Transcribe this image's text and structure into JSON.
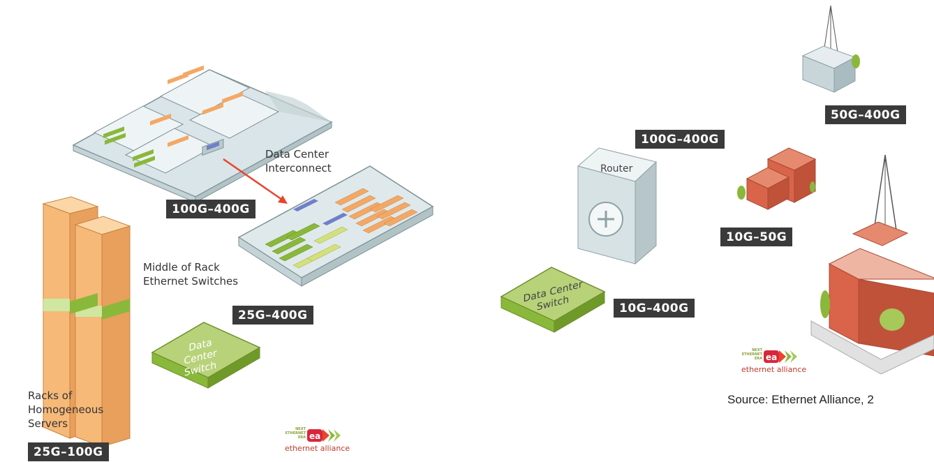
{
  "left": {
    "badges": {
      "dci": "100G–400G",
      "mor": "25G–400G",
      "servers": "25G–100G"
    },
    "labels": {
      "dci": "Data Center\nInterconnect",
      "mor": "Middle of Rack\nEthernet Switches",
      "servers": "Racks of\nHomogeneous\nServers",
      "switch_line1": "Data Center",
      "switch_line2": "Switch"
    },
    "logo": {
      "tagline": "NEXT\nETHERNET\nERA",
      "mark": "ea",
      "name": "ethernet alliance"
    }
  },
  "right": {
    "badges": {
      "router": "100G–400G",
      "tower_small": "50G–400G",
      "campus": "10G–50G",
      "switch": "10G–400G"
    },
    "labels": {
      "router": "Router",
      "switch_line1": "Data Center",
      "switch_line2": "Switch"
    },
    "logo": {
      "tagline": "NEXT\nETHERNET\nERA",
      "mark": "ea",
      "name": "ethernet alliance"
    },
    "source": "Source: Ethernet Alliance, 2"
  },
  "colors": {
    "badge": "#3a3a3a",
    "arrow": "#e8452c",
    "orange": "#f3a866",
    "green": "#8ab83a",
    "brick": "#d9644a",
    "panel": "#e3eced"
  }
}
